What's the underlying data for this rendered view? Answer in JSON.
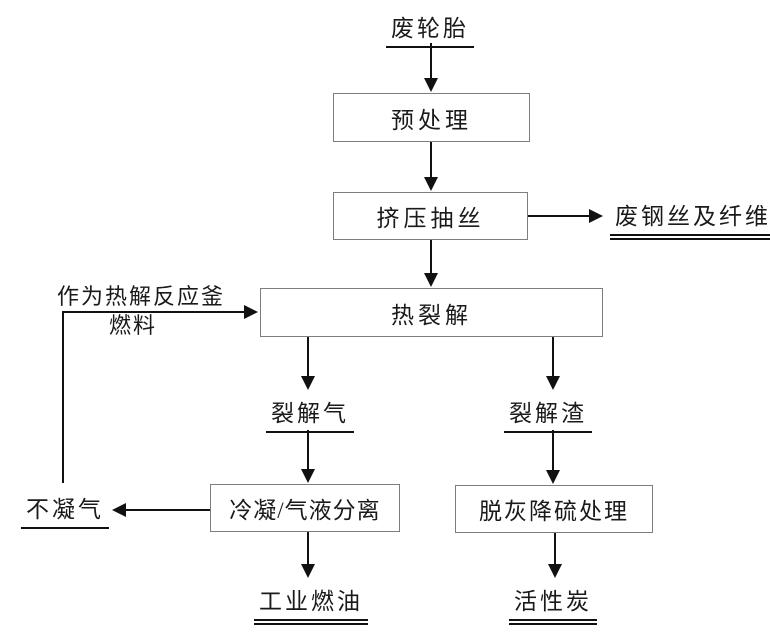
{
  "nodes": {
    "waste_tire": "废轮胎",
    "pretreatment": "预处理",
    "extrusion": "挤压抽丝",
    "steel_fiber": "废钢丝及纤维",
    "pyrolysis": "热裂解",
    "pyrolysis_gas": "裂解气",
    "pyrolysis_residue": "裂解渣",
    "condensation": "冷凝/气液分离",
    "deash_desulfur": "脱灰降硫处理",
    "noncondensable_gas": "不凝气",
    "fuel_oil": "工业燃油",
    "activated_carbon": "活性炭",
    "feedback_line1": "作为热解反应釜",
    "feedback_line2": "燃料"
  },
  "edges": [
    {
      "from": "废轮胎",
      "to": "预处理"
    },
    {
      "from": "预处理",
      "to": "挤压抽丝"
    },
    {
      "from": "挤压抽丝",
      "to": "废钢丝及纤维"
    },
    {
      "from": "挤压抽丝",
      "to": "热裂解"
    },
    {
      "from": "热裂解",
      "to": "裂解气"
    },
    {
      "from": "热裂解",
      "to": "裂解渣"
    },
    {
      "from": "裂解气",
      "to": "冷凝/气液分离"
    },
    {
      "from": "冷凝/气液分离",
      "to": "不凝气"
    },
    {
      "from": "冷凝/气液分离",
      "to": "工业燃油"
    },
    {
      "from": "不凝气",
      "to": "热裂解",
      "label": "作为热解反应釜燃料"
    },
    {
      "from": "裂解渣",
      "to": "脱灰降硫处理"
    },
    {
      "from": "脱灰降硫处理",
      "to": "活性炭"
    }
  ],
  "colors": {
    "background": "#ffffff",
    "arrow": "#111111",
    "box_border": "#7d7d7d",
    "text": "#1a1a1a"
  }
}
